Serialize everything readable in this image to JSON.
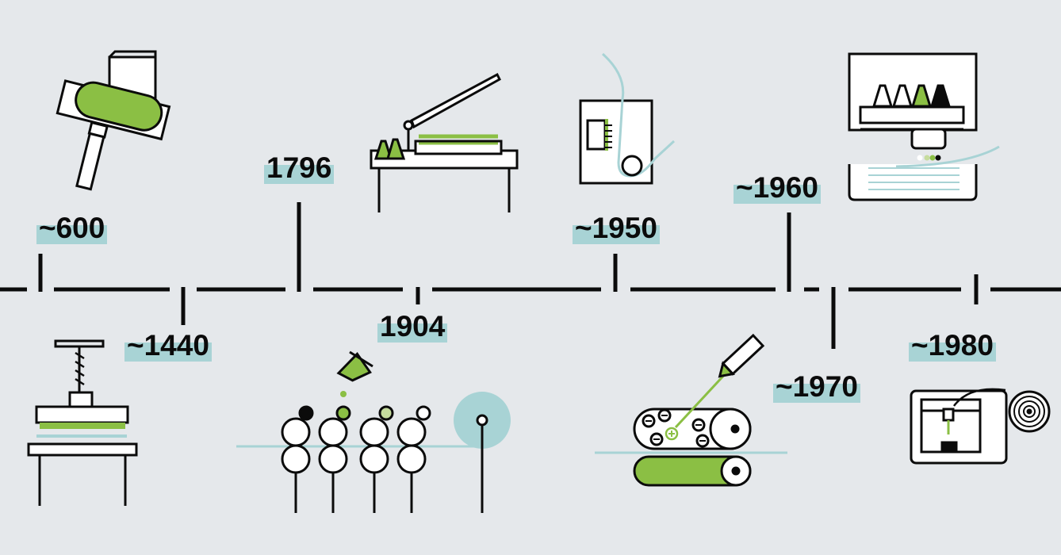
{
  "timeline": {
    "colors": {
      "background": "#e5e8eb",
      "ink": "#0b0b0b",
      "accent_green": "#8bbf44",
      "accent_teal": "#a8d3d5"
    },
    "events": [
      {
        "year": "~600",
        "illustration": "woodblock-roller-icon"
      },
      {
        "year": "~1440",
        "illustration": "screw-press-icon"
      },
      {
        "year": "1796",
        "illustration": "lithography-press-icon"
      },
      {
        "year": "1904",
        "illustration": "offset-press-rollers-icon"
      },
      {
        "year": "~1950",
        "illustration": "paper-feed-printer-icon"
      },
      {
        "year": "~1960",
        "illustration": "laser-printer-icon"
      },
      {
        "year": "~1970",
        "illustration": "inkjet-printer-icon"
      },
      {
        "year": "~1980",
        "illustration": "3d-printer-icon"
      }
    ]
  }
}
